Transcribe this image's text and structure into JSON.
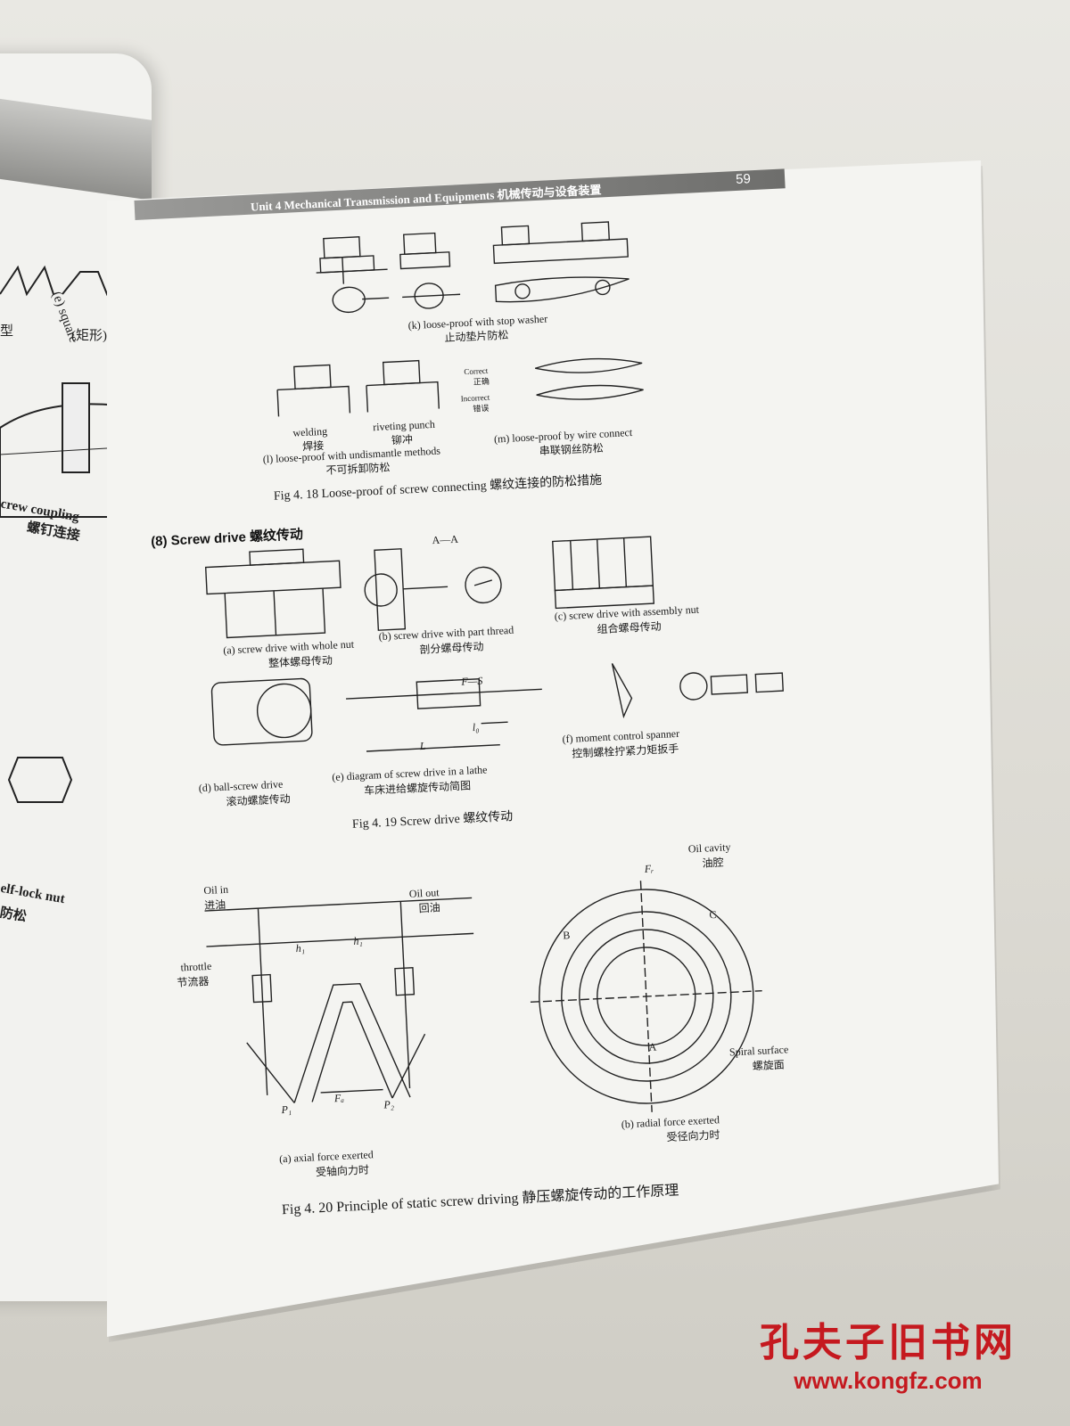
{
  "header": {
    "running_head": "Unit 4   Mechanical Transmission and Equipments   机械传动与设备装置",
    "page_number": "59"
  },
  "left_page": {
    "label_e": "(e) square",
    "label_e_zh": "(矩形)",
    "label_type": "型",
    "label_coupling": "crew coupling",
    "label_coupling_zh": "螺钉连接",
    "label_selflock": "elf-lock nut",
    "label_selflock_zh": "防松"
  },
  "fig418": {
    "k_en": "(k) loose-proof with stop washer",
    "k_zh": "止动垫片防松",
    "welding": "welding",
    "welding_zh": "焊接",
    "riveting": "riveting punch",
    "riveting_zh": "铆冲",
    "correct": "Correct",
    "correct_zh": "正确",
    "incorrect": "Incorrect",
    "incorrect_zh": "错误",
    "l_en": "(l) loose-proof with undismantle methods",
    "l_zh": "不可拆卸防松",
    "m_en": "(m) loose-proof by wire connect",
    "m_zh": "串联钢丝防松",
    "caption": "Fig 4. 18   Loose-proof of screw connecting   螺纹连接的防松措施"
  },
  "section8": {
    "title": "(8) Screw drive   螺纹传动"
  },
  "fig419": {
    "aa": "A—A",
    "a_en": "(a) screw drive with whole nut",
    "a_zh": "整体螺母传动",
    "b_en": "(b) screw drive with part thread",
    "b_zh": "剖分螺母传动",
    "c_en": "(c) screw drive with assembly nut",
    "c_zh": "组合螺母传动",
    "f_s": "F—S",
    "l0": "l₀",
    "L": "L",
    "d_en": "(d) ball-screw drive",
    "d_zh": "滚动螺旋传动",
    "e_en": "(e) diagram of screw drive in a lathe",
    "e_zh": "车床进给螺旋传动简图",
    "f_en": "(f) moment control spanner",
    "f_zh": "控制螺栓拧紧力矩扳手",
    "caption": "Fig 4. 19   Screw drive   螺纹传动"
  },
  "fig420": {
    "oil_in": "Oil in",
    "oil_in_zh": "进油",
    "oil_out": "Oil out",
    "oil_out_zh": "回油",
    "throttle": "throttle",
    "throttle_zh": "节流器",
    "h1": "h₁",
    "h1b": "h₁",
    "fa": "Fₐ",
    "p1": "P₁",
    "p2": "P₂",
    "fr": "Fᵣ",
    "oil_cavity": "Oil cavity",
    "oil_cavity_zh": "油腔",
    "label_b": "B",
    "label_c": "C",
    "label_a": "A",
    "spiral": "Spiral surface",
    "spiral_zh": "螺旋面",
    "a_en": "(a) axial force exerted",
    "a_zh": "受轴向力时",
    "b_en": "(b) radial force exerted",
    "b_zh": "受径向力时",
    "caption": "Fig 4. 20   Principle of static screw driving   静压螺旋传动的工作原理"
  },
  "watermark": {
    "zh": "孔夫子旧书网",
    "url": "www.kongfz.com"
  }
}
